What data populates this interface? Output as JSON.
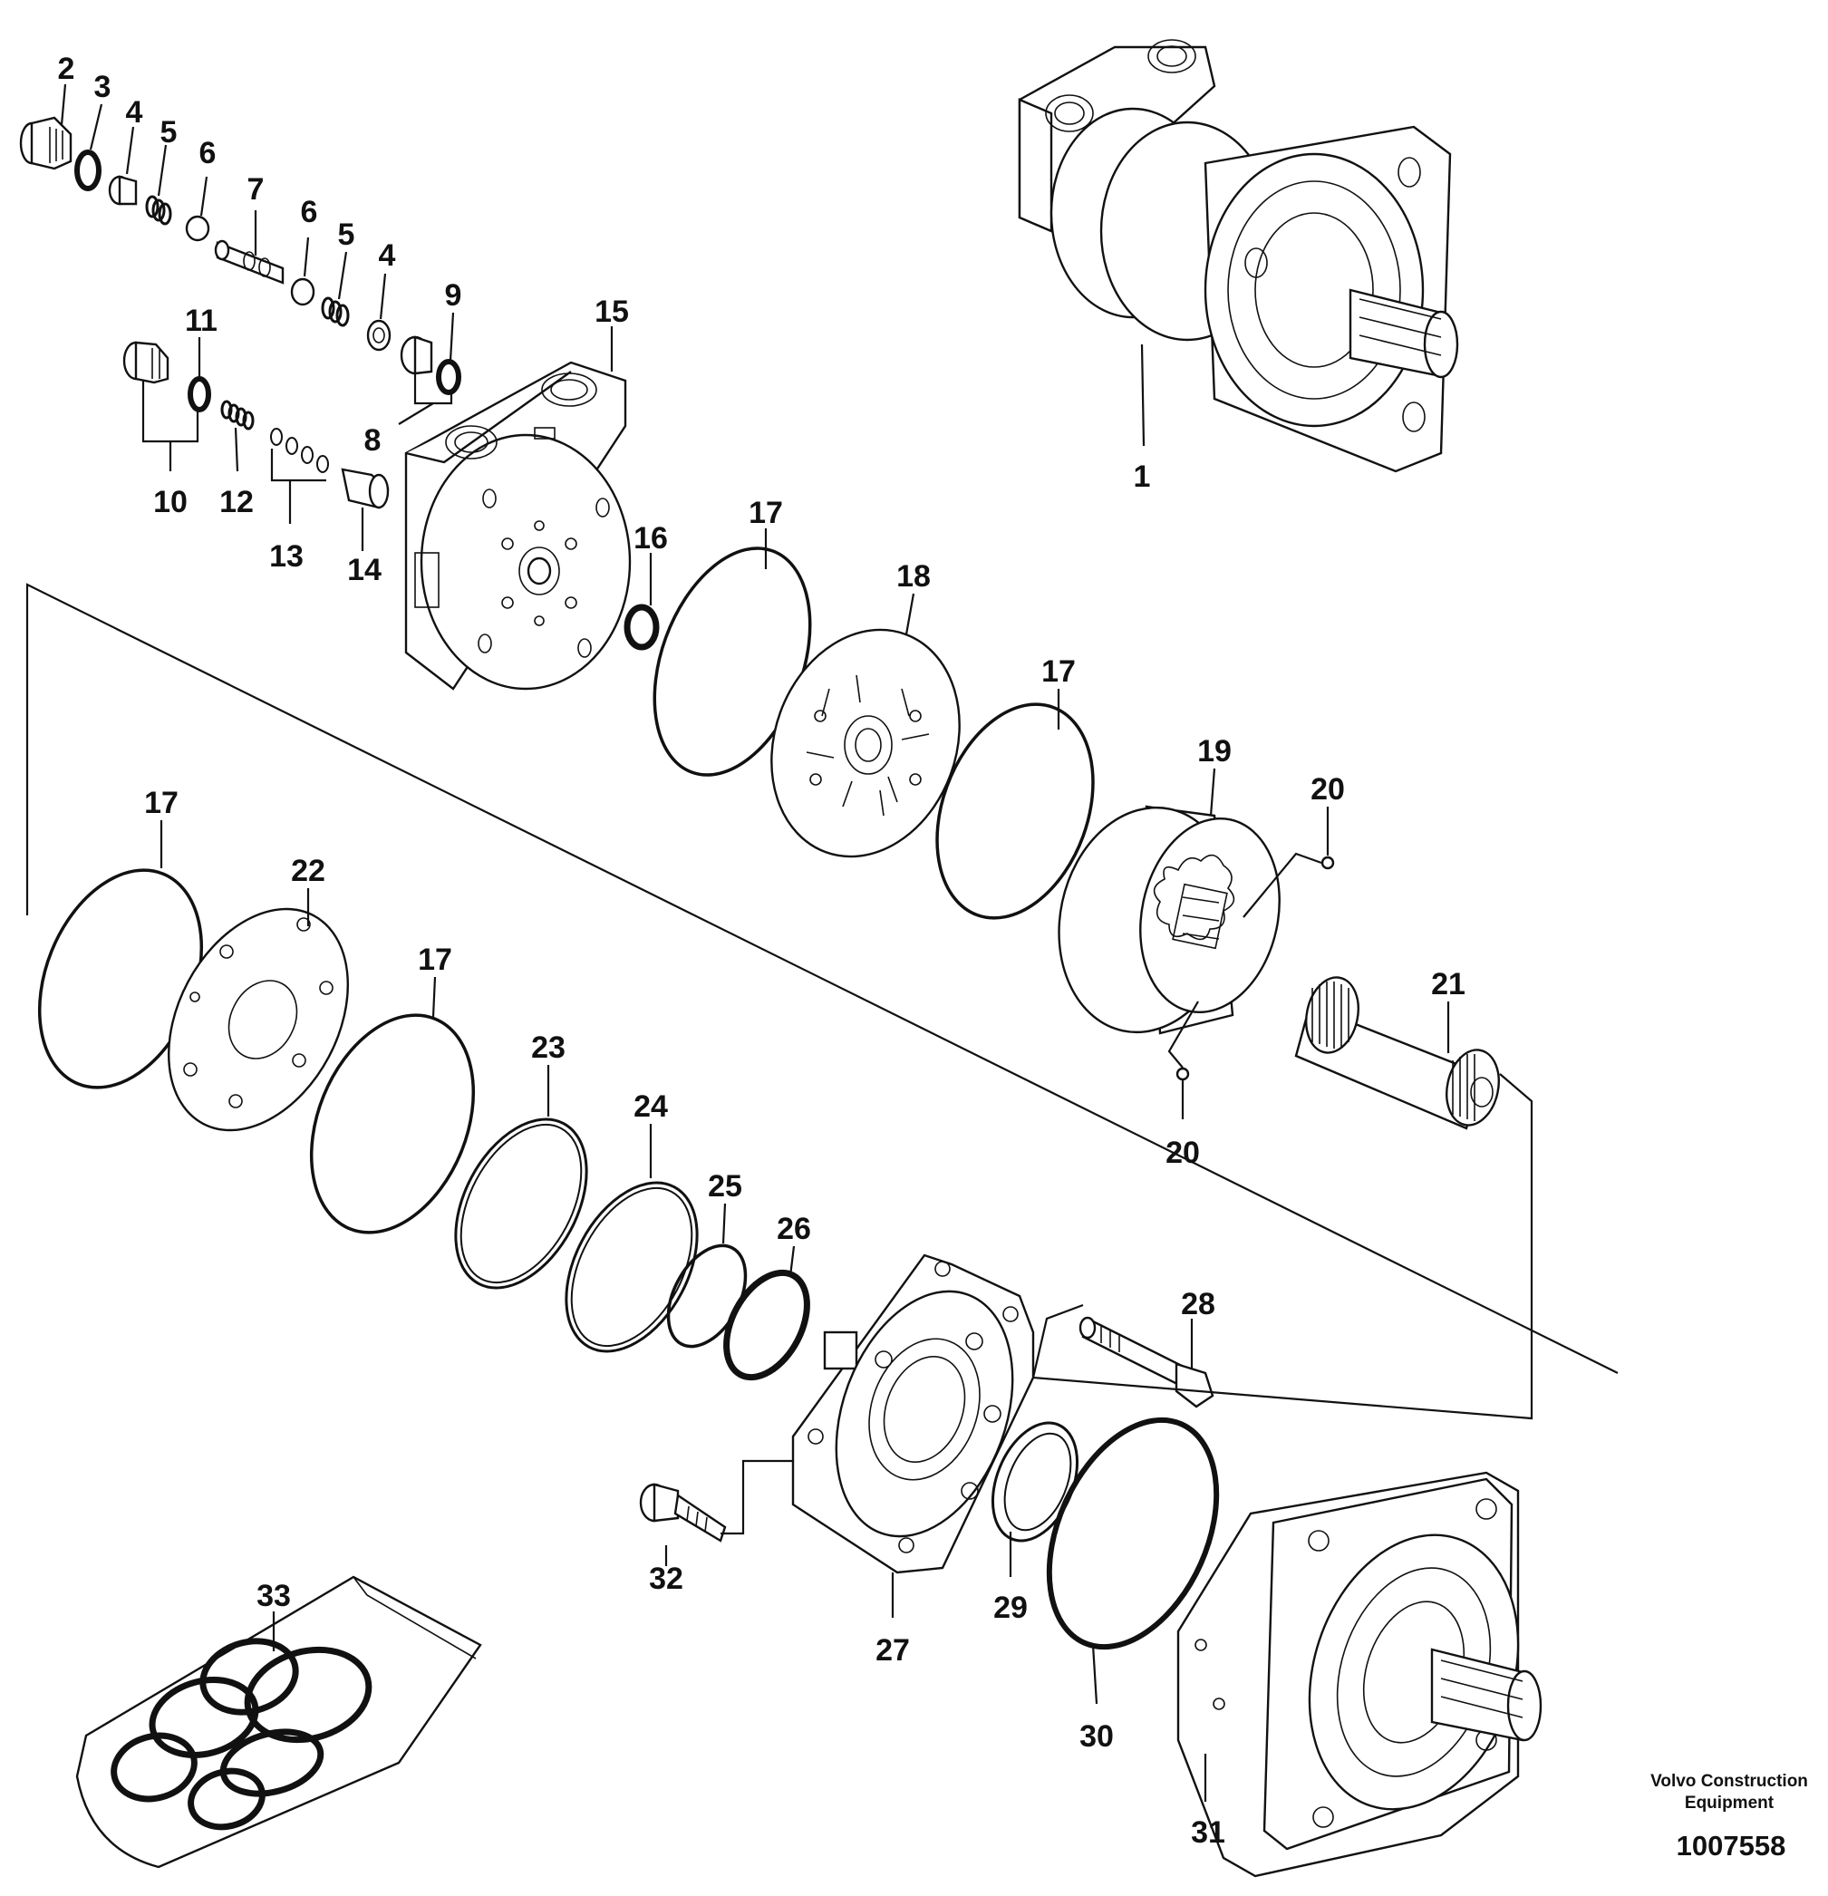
{
  "callouts": {
    "c1": "1",
    "c2": "2",
    "c3": "3",
    "c4a": "4",
    "c4b": "4",
    "c5a": "5",
    "c5b": "5",
    "c6a": "6",
    "c6b": "6",
    "c7": "7",
    "c8": "8",
    "c9": "9",
    "c10": "10",
    "c11": "11",
    "c12": "12",
    "c13": "13",
    "c14": "14",
    "c15": "15",
    "c16": "16",
    "c17a": "17",
    "c17b": "17",
    "c17c": "17",
    "c17d": "17",
    "c18": "18",
    "c19": "19",
    "c20a": "20",
    "c20b": "20",
    "c21": "21",
    "c22": "22",
    "c23": "23",
    "c24": "24",
    "c25": "25",
    "c26": "26",
    "c27": "27",
    "c28": "28",
    "c29": "29",
    "c30": "30",
    "c31": "31",
    "c32": "32",
    "c33": "33"
  },
  "footer": {
    "brand_line1": "Volvo Construction",
    "brand_line2": "Equipment",
    "document_number": "1007558"
  }
}
